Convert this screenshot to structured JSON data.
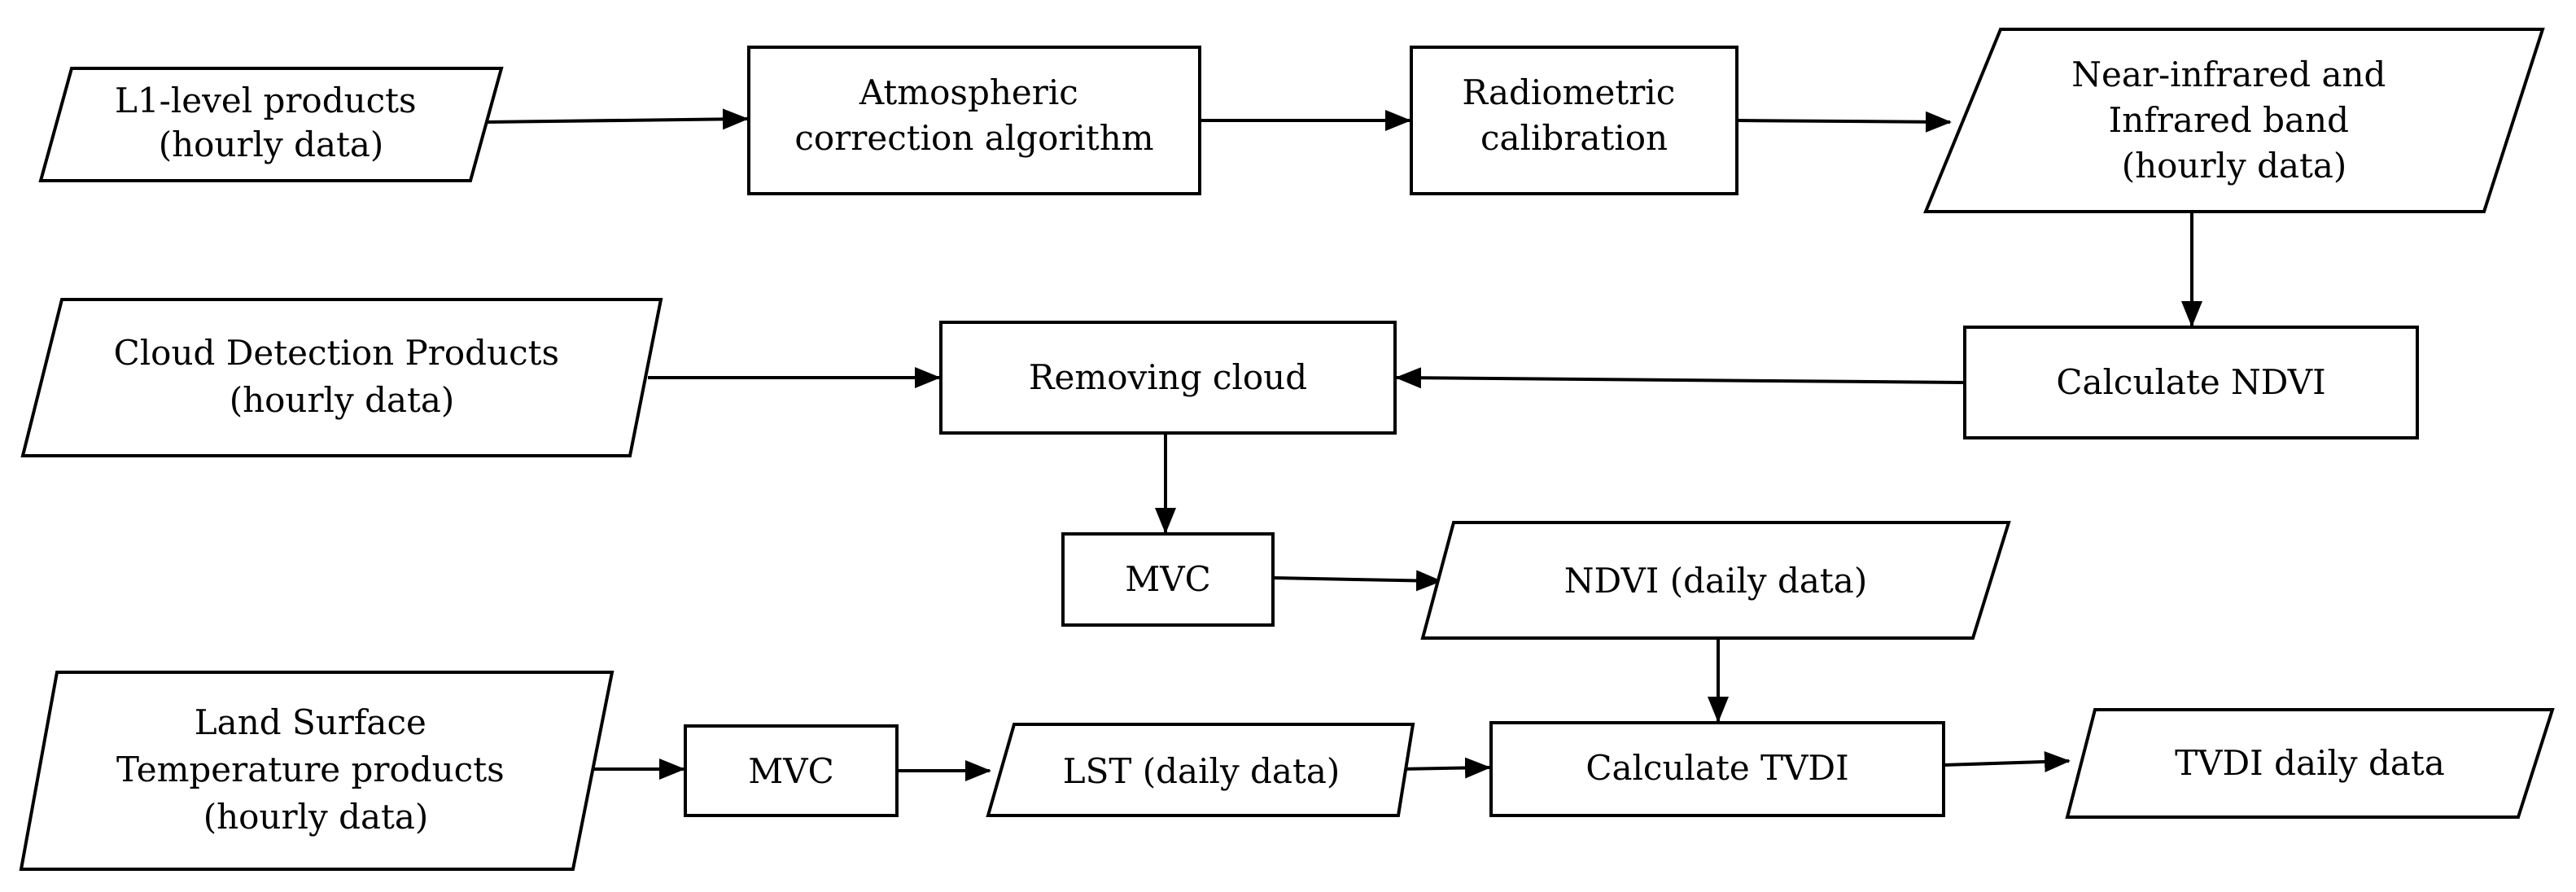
{
  "nodes": {
    "l1_products": {
      "lines": [
        "L1-level products",
        "(hourly data)"
      ]
    },
    "atmospheric_correction": {
      "lines": [
        "Atmospheric",
        "correction algorithm"
      ]
    },
    "radiometric_calibration": {
      "lines": [
        "Radiometric",
        "calibration"
      ]
    },
    "near_infrared_band": {
      "lines": [
        "Near-infrared and",
        "Infrared band",
        "(hourly data)"
      ]
    },
    "cloud_detection": {
      "lines": [
        "Cloud Detection Products",
        "(hourly data)"
      ]
    },
    "removing_cloud": {
      "lines": [
        "Removing cloud"
      ]
    },
    "calculate_ndvi": {
      "lines": [
        "Calculate NDVI"
      ]
    },
    "mvc_ndvi": {
      "lines": [
        "MVC"
      ]
    },
    "ndvi_daily": {
      "lines": [
        "NDVI (daily data)"
      ]
    },
    "lst_products": {
      "lines": [
        "Land Surface",
        "Temperature products",
        "(hourly data)"
      ]
    },
    "mvc_lst": {
      "lines": [
        "MVC"
      ]
    },
    "lst_daily": {
      "lines": [
        "LST (daily data)"
      ]
    },
    "calculate_tvdi": {
      "lines": [
        "Calculate TVDI"
      ]
    },
    "tvdi_daily": {
      "lines": [
        "TVDI daily data"
      ]
    }
  },
  "edges": [
    {
      "from": "l1_products",
      "to": "atmospheric_correction"
    },
    {
      "from": "atmospheric_correction",
      "to": "radiometric_calibration"
    },
    {
      "from": "radiometric_calibration",
      "to": "near_infrared_band"
    },
    {
      "from": "near_infrared_band",
      "to": "calculate_ndvi"
    },
    {
      "from": "calculate_ndvi",
      "to": "removing_cloud"
    },
    {
      "from": "cloud_detection",
      "to": "removing_cloud"
    },
    {
      "from": "removing_cloud",
      "to": "mvc_ndvi"
    },
    {
      "from": "mvc_ndvi",
      "to": "ndvi_daily"
    },
    {
      "from": "ndvi_daily",
      "to": "calculate_tvdi"
    },
    {
      "from": "lst_products",
      "to": "mvc_lst"
    },
    {
      "from": "mvc_lst",
      "to": "lst_daily"
    },
    {
      "from": "lst_daily",
      "to": "calculate_tvdi"
    },
    {
      "from": "calculate_tvdi",
      "to": "tvdi_daily"
    }
  ]
}
